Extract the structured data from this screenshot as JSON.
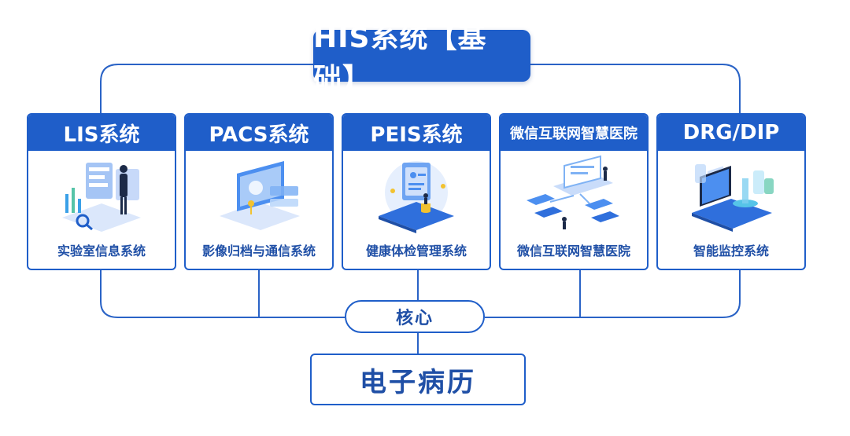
{
  "top": {
    "title": "HIS系统【基础】"
  },
  "cards": [
    {
      "title": "LIS系统",
      "caption": "实验室信息系统",
      "icon": "lab-analyst-icon"
    },
    {
      "title": "PACS系统",
      "caption": "影像归档与通信系统",
      "icon": "imaging-screen-icon"
    },
    {
      "title": "PEIS系统",
      "caption": "健康体检管理系统",
      "icon": "health-report-icon"
    },
    {
      "title": "微信互联网智慧医院",
      "caption": "微信互联网智慧医院",
      "icon": "network-platform-icon"
    },
    {
      "title": "DRG/DIP",
      "caption": "智能监控系统",
      "icon": "laptop-monitor-icon"
    }
  ],
  "core": {
    "label": "核心"
  },
  "bottom": {
    "title": "电子病历"
  },
  "colors": {
    "primary": "#1f5ec9",
    "text": "#1f4fa6",
    "line": "#2a63c6"
  }
}
